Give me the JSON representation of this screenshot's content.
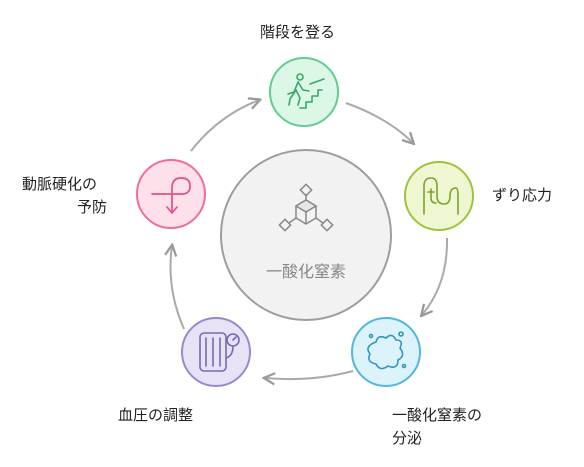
{
  "center": {
    "label": "一酸化窒素",
    "icon": "molecule-icon"
  },
  "nodes": [
    {
      "id": "stairs",
      "label": "階段を登る",
      "icon": "climbing-stairs-icon",
      "fill": "#dcf7e6",
      "stroke": "#5fcf8f"
    },
    {
      "id": "shear",
      "label": "ずり応力",
      "icon": "vessel-flow-icon",
      "fill": "#eef6d2",
      "stroke": "#9ec53a"
    },
    {
      "id": "no_release",
      "label_line1": "一酸化窒素の",
      "label_line2": "分泌",
      "icon": "splash-icon",
      "fill": "#dcf3fb",
      "stroke": "#4fb8e0"
    },
    {
      "id": "bp",
      "label": "血圧の調整",
      "icon": "pressure-gauge-icon",
      "fill": "#e8e2f6",
      "stroke": "#9a87cf"
    },
    {
      "id": "atherosclerosis",
      "label_line1": "動脈硬化の",
      "label_line2": "予防",
      "icon": "loop-arrow-icon",
      "fill": "#fde0ea",
      "stroke": "#ef6d9a"
    }
  ]
}
